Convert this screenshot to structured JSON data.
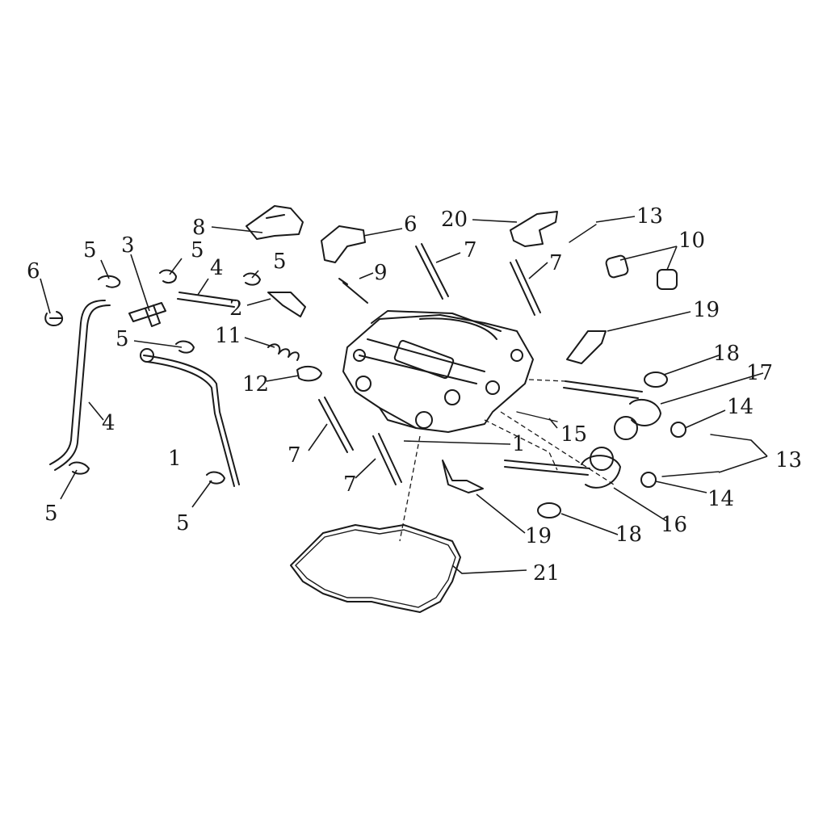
{
  "diagram": {
    "callouts": [
      "1",
      "2",
      "3",
      "4",
      "4",
      "5",
      "5",
      "5",
      "5",
      "5",
      "5",
      "6",
      "6",
      "7",
      "7",
      "7",
      "7",
      "8",
      "9",
      "10",
      "11",
      "12",
      "13",
      "13",
      "14",
      "14",
      "15",
      "16",
      "17",
      "18",
      "18",
      "19",
      "19",
      "20",
      "21",
      "1"
    ]
  },
  "colors": {
    "ink": "#1a1a1a",
    "background": "#ffffff"
  }
}
